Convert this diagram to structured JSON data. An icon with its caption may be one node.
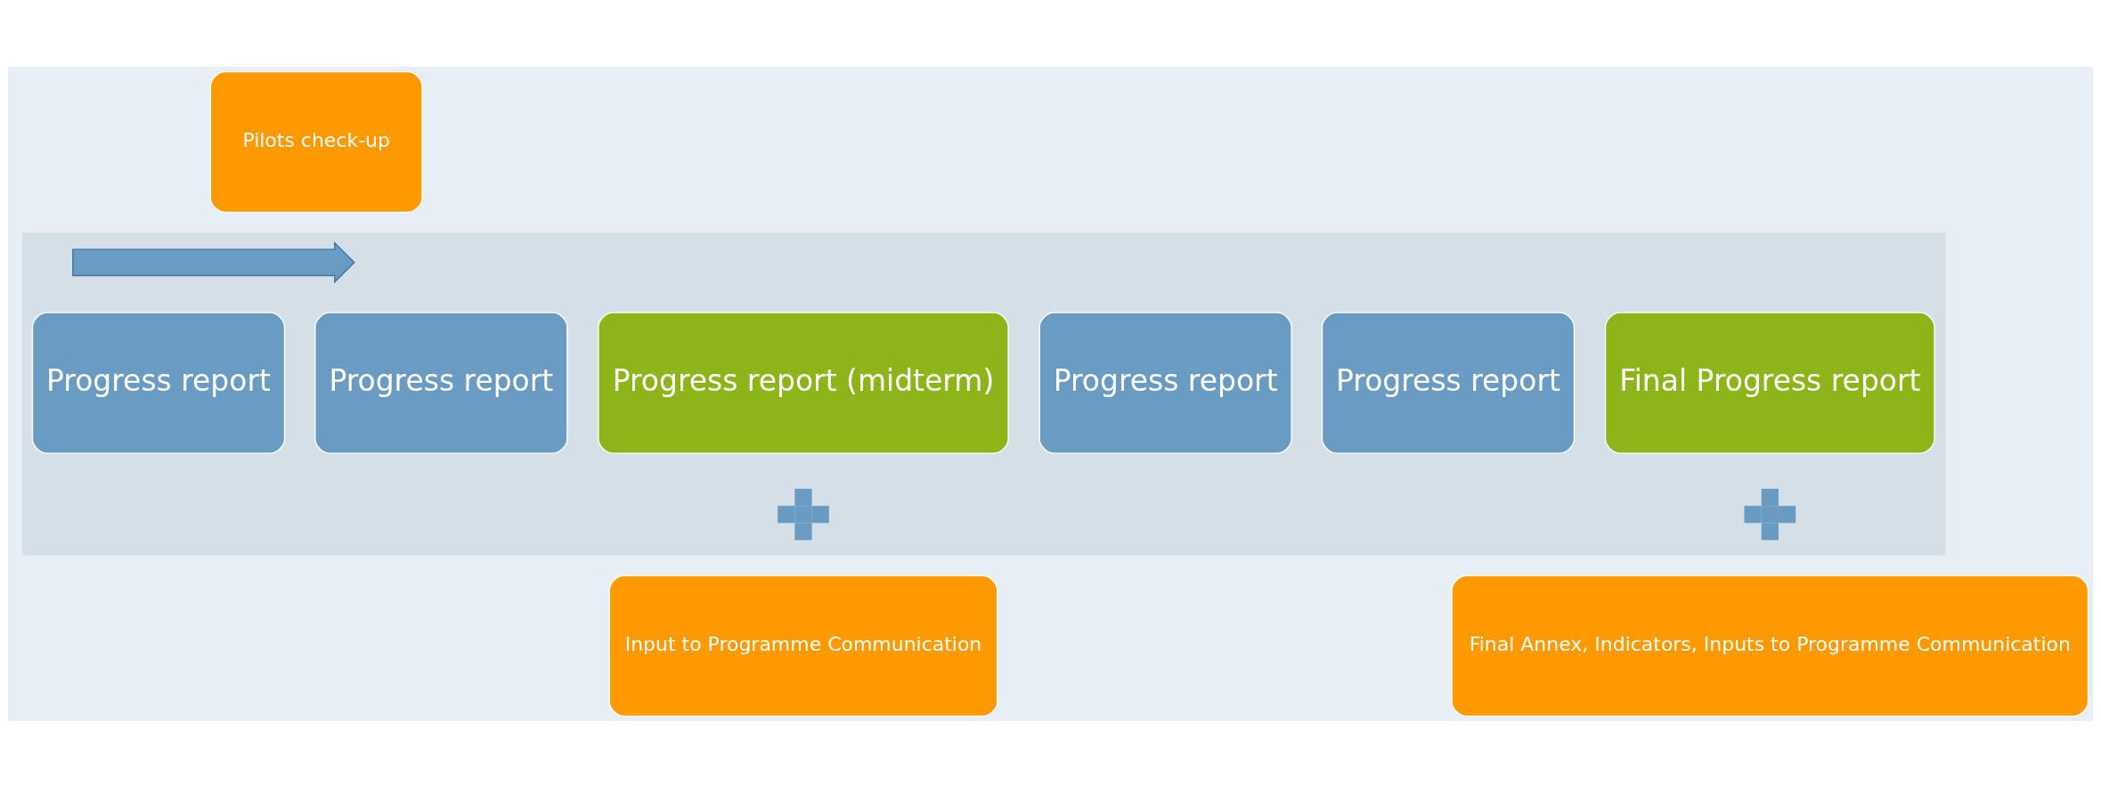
{
  "diagram": {
    "nodes": [
      {
        "text": [],
        "shape": "arrow"
      },
      {
        "text": [
          "Pilots check-up"
        ]
      },
      {
        "text": [],
        "shape": "arrow",
        "in": 0
      },
      {
        "text": [
          "Progress report"
        ],
        "in": 0
      },
      {
        "text": [
          "Progress report"
        ],
        "in": 0
      },
      {
        "text": [
          "Progress report (midterm)"
        ],
        "in": 0
      },
      {
        "text": [
          "Progress report"
        ],
        "in": 0
      },
      {
        "text": [
          "Progress report"
        ],
        "in": 0
      },
      {
        "text": [
          "Final Progress report"
        ],
        "in": 0
      },
      {
        "text": [],
        "shape": "cross",
        "in": 0
      },
      {
        "text": [
          "Input to Programme Communication"
        ]
      },
      {
        "text": [],
        "shape": "cross",
        "in": 0
      },
      {
        "text": [
          "Final Annex, Indicators, Inputs to Programme Communication"
        ]
      }
    ],
    "edges": []
  }
}
